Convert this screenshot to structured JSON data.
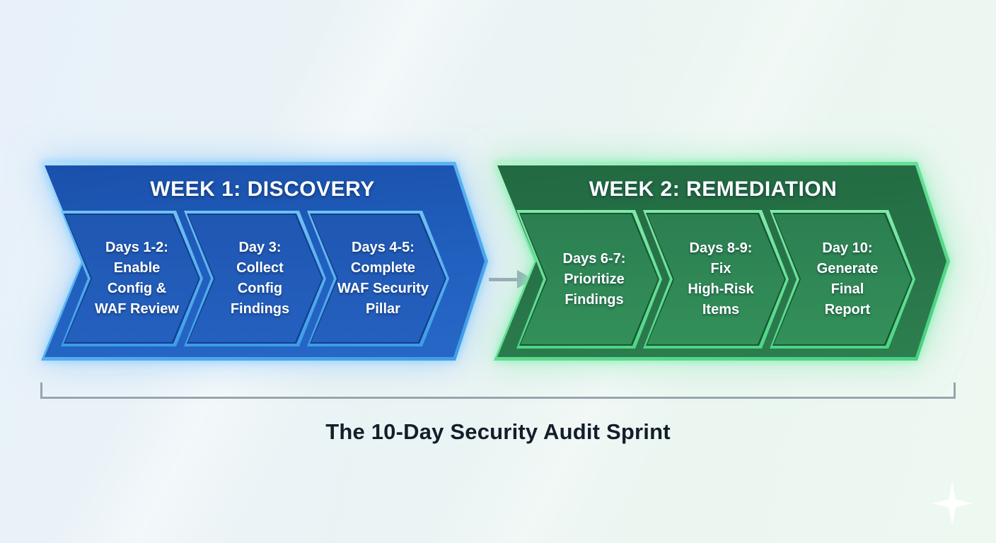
{
  "diagram": {
    "caption": "The 10-Day Security Audit Sprint",
    "weeks": [
      {
        "title": "WEEK 1: DISCOVERY",
        "theme": "blue",
        "steps": [
          {
            "label": "Days 1-2:\nEnable\nConfig &\nWAF Review"
          },
          {
            "label": "Day 3:\nCollect\nConfig\nFindings"
          },
          {
            "label": "Days 4-5:\nComplete\nWAF Security\nPillar"
          }
        ]
      },
      {
        "title": "WEEK 2: REMEDIATION",
        "theme": "green",
        "steps": [
          {
            "label": "Days 6-7:\nPrioritize\nFindings"
          },
          {
            "label": "Days 8-9:\nFix\nHigh-Risk\nItems"
          },
          {
            "label": "Day 10:\nGenerate\nFinal\nReport"
          }
        ]
      }
    ],
    "colors": {
      "week1_fill": "#2160bf",
      "week1_border": "#5fb5f2",
      "week1_step_fill": "#2259b8",
      "week2_fill": "#287549",
      "week2_border": "#66e096",
      "week2_step_fill": "#2e8455",
      "connector": "#9cabb9",
      "bracket": "#97a4ac",
      "caption_text": "#141e2b",
      "background_left": "#e8f1fa",
      "background_right": "#edf8f1"
    },
    "icons": {
      "connector": "arrow-right-icon",
      "watermark": "sparkle-icon"
    }
  }
}
